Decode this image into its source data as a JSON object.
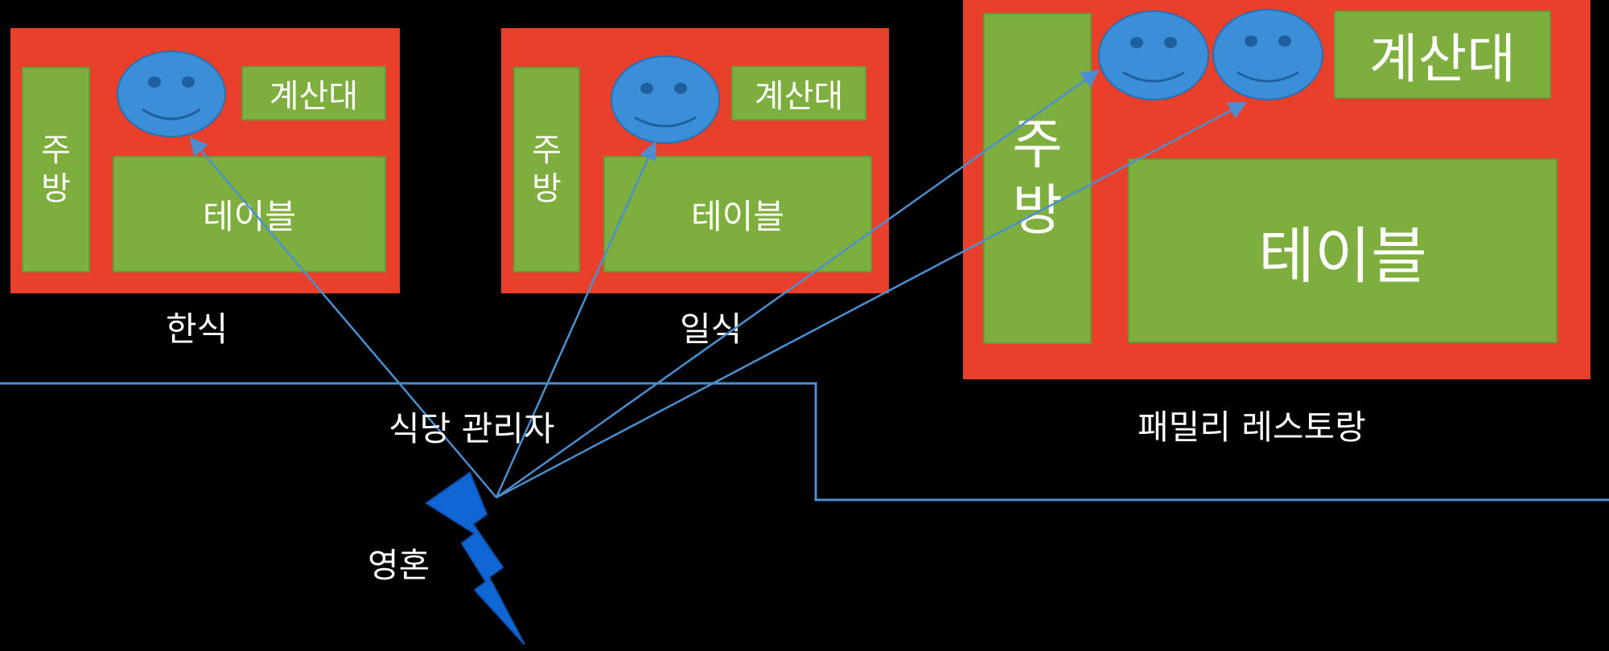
{
  "restaurants": {
    "korean": {
      "caption": "한식",
      "kitchen": "주\n방",
      "counter": "계산대",
      "table": "테이블"
    },
    "japanese": {
      "caption": "일식",
      "kitchen": "주\n방",
      "counter": "계산대",
      "table": "테이블"
    },
    "family": {
      "caption": "패밀리 레스토랑",
      "kitchen": "주\n방",
      "counter": "계산대",
      "table": "테이블"
    }
  },
  "labels": {
    "manager": "식당 관리자",
    "soul": "영혼"
  },
  "colors": {
    "background": "#000000",
    "restaurant": "#e8402a",
    "zone": "#7dae3e",
    "face": "#3b8fd9",
    "line": "#4a90d0",
    "bolt": "#1166d6"
  }
}
